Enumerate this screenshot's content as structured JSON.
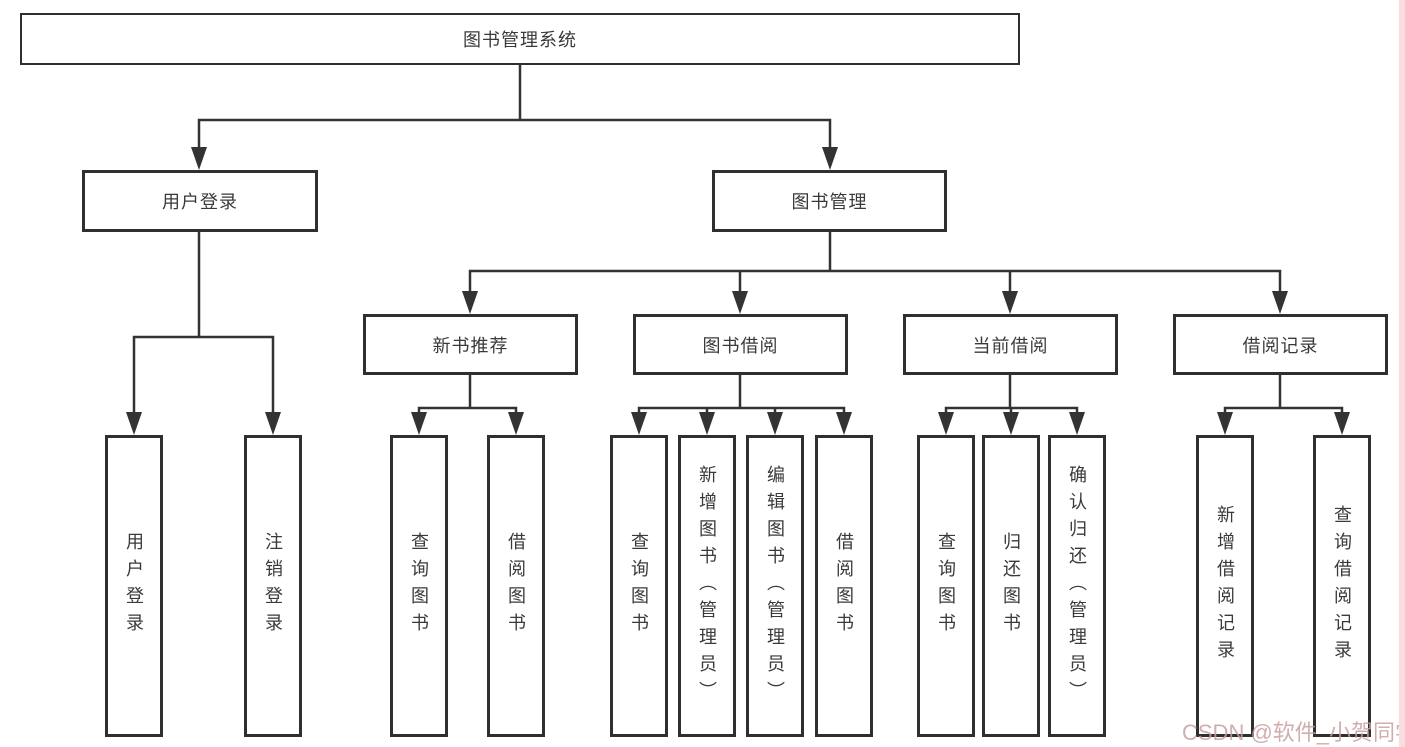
{
  "tree": {
    "root": {
      "label": "图书管理系统",
      "children": [
        {
          "label": "用户登录",
          "children": [
            {
              "label": "用户登录"
            },
            {
              "label": "注销登录"
            }
          ]
        },
        {
          "label": "图书管理",
          "children": [
            {
              "label": "新书推荐",
              "children": [
                {
                  "label": "查询图书"
                },
                {
                  "label": "借阅图书"
                }
              ]
            },
            {
              "label": "图书借阅",
              "children": [
                {
                  "label": "查询图书"
                },
                {
                  "label": "新增图书（管理员）"
                },
                {
                  "label": "编辑图书（管理员）"
                },
                {
                  "label": "借阅图书"
                }
              ]
            },
            {
              "label": "当前借阅",
              "children": [
                {
                  "label": "查询图书"
                },
                {
                  "label": "归还图书"
                },
                {
                  "label": "确认归还（管理员）"
                }
              ]
            },
            {
              "label": "借阅记录",
              "children": [
                {
                  "label": "新增借阅记录"
                },
                {
                  "label": "查询借阅记录"
                }
              ]
            }
          ]
        }
      ]
    }
  },
  "watermark": {
    "text": "CSDN @软件_小贺同学",
    "color": "#c9a0a0"
  },
  "colors": {
    "background": "#ffffff",
    "box_border": "#2f2f2f",
    "connector_line": "#333333",
    "text": "#3a3a3a",
    "right_edge_strip": "#fadde2"
  }
}
